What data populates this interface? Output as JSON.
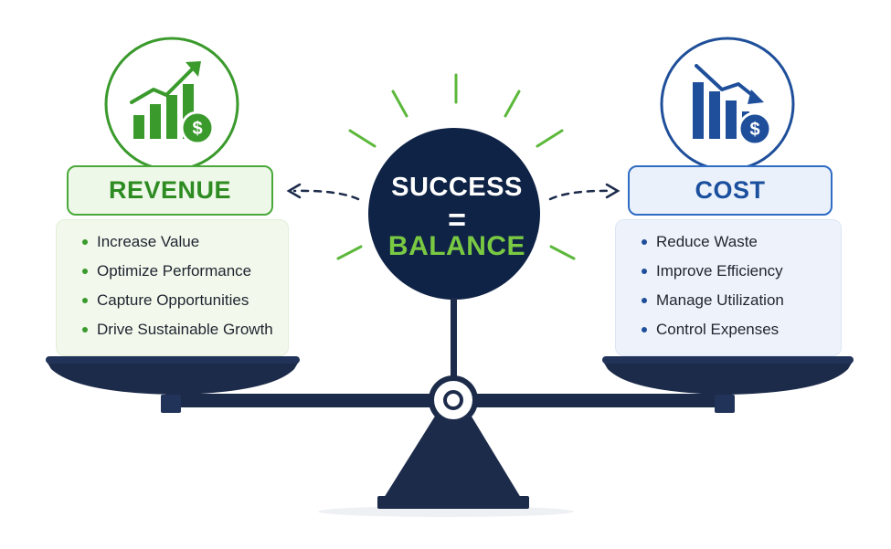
{
  "revenue": {
    "title": "REVENUE",
    "items": [
      "Increase Value",
      "Optimize Performance",
      "Capture Opportunities",
      "Drive Sustainable Growth"
    ],
    "icon": "rising-bar-chart-dollar-icon",
    "color": "#3a9a2c"
  },
  "cost": {
    "title": "COST",
    "items": [
      "Reduce Waste",
      "Improve Efficiency",
      "Manage Utilization",
      "Control Expenses"
    ],
    "icon": "falling-bar-chart-dollar-icon",
    "color": "#1f4f9a"
  },
  "center": {
    "line1": "SUCCESS",
    "line2": "=",
    "line3": "BALANCE",
    "bg_color": "#0f2346",
    "accent_color": "#7ac943"
  },
  "scale": {
    "color": "#1c2b4a"
  }
}
